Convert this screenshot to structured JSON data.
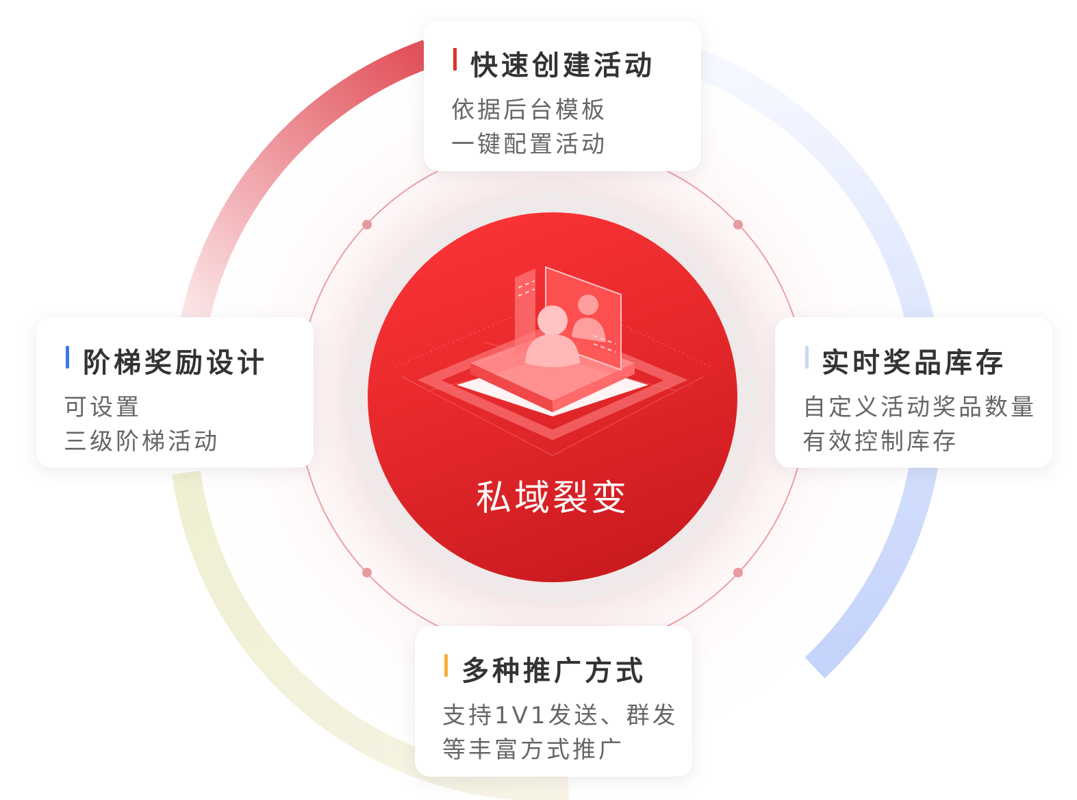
{
  "center": {
    "title": "私域裂变",
    "icon": "user-profile-platform-icon",
    "color": "#e6292c"
  },
  "cards": [
    {
      "id": "top",
      "title": "快速创建活动",
      "accent": "#e02f2f",
      "lines": [
        "依据后台模板",
        "一键配置活动"
      ]
    },
    {
      "id": "left",
      "title": "阶梯奖励设计",
      "accent": "#3a7bea",
      "lines": [
        "可设置",
        "三级阶梯活动"
      ]
    },
    {
      "id": "right",
      "title": "实时奖品库存",
      "accent": "#c9d6f5",
      "lines": [
        "自定义活动奖品数量",
        "有效控制库存"
      ]
    },
    {
      "id": "bottom",
      "title": "多种推广方式",
      "accent": "#f5b035",
      "lines": [
        "支持1V1发送、群发",
        "等丰富方式推广"
      ]
    }
  ],
  "rings": {
    "outer_arc_colors": [
      "#e2505a",
      "#c6d5fb",
      "#efefcf"
    ],
    "inner_ring_color": "#eba0a3",
    "dot_color": "#e79aa0"
  }
}
